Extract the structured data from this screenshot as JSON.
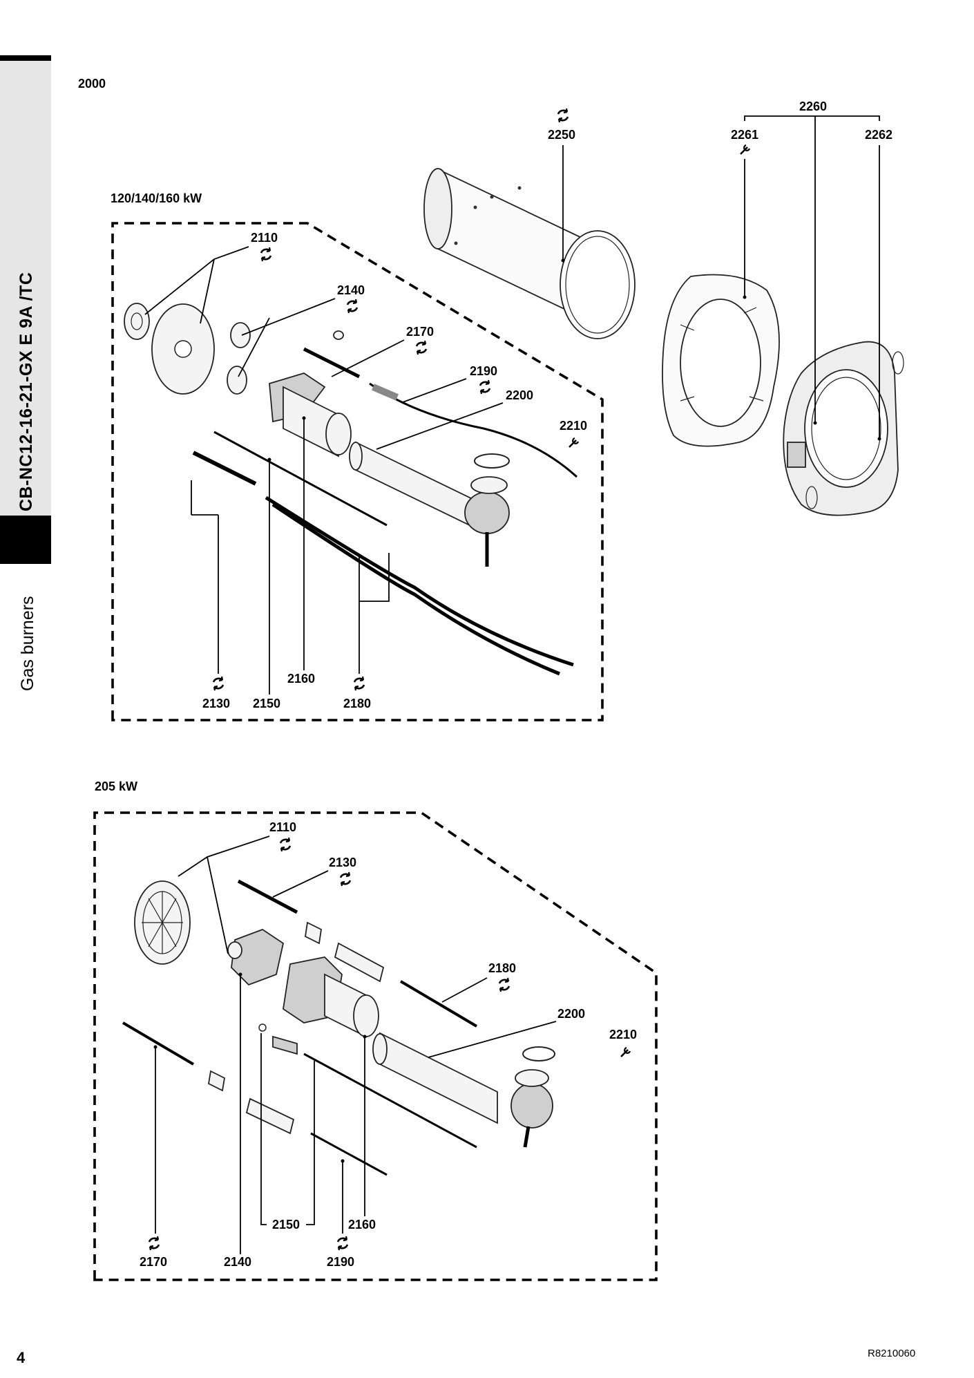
{
  "header": {
    "doc_title": "CB-NC12-16-21-GX E 9A /TC",
    "section": "Gas burners"
  },
  "figure": {
    "number": "2000"
  },
  "group_top": {
    "label": "120/140/160 kW",
    "callouts": [
      "2110",
      "2140",
      "2170",
      "2190",
      "2200",
      "2210",
      "2130",
      "2150",
      "2160",
      "2180"
    ]
  },
  "casing": {
    "callouts": [
      "2250",
      "2260",
      "2261",
      "2262"
    ]
  },
  "group_bottom": {
    "label": "205 kW",
    "callouts": [
      "2110",
      "2130",
      "2180",
      "2200",
      "2210",
      "2170",
      "2140",
      "2150",
      "2190",
      "2160"
    ]
  },
  "footer": {
    "page": "4",
    "drawing_ref": "R8210060"
  },
  "icons": {
    "wear_part": "circular-arrows-icon",
    "tool": "wrench-icon"
  }
}
